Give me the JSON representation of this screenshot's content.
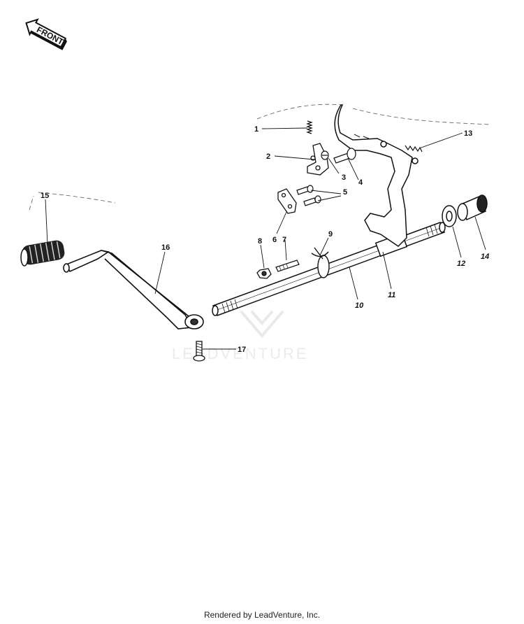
{
  "front_label": "FRONT",
  "watermark": "LEADVENTURE",
  "callouts": [
    "1",
    "2",
    "3",
    "4",
    "5",
    "5",
    "6",
    "7",
    "8",
    "9",
    "10",
    "11",
    "12",
    "13",
    "14",
    "15",
    "16",
    "17"
  ],
  "footer": "Rendered by LeadVenture, Inc."
}
